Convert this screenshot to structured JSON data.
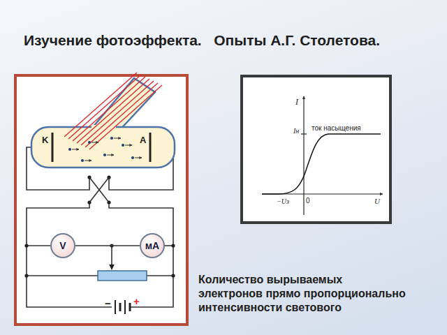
{
  "diagram": {
    "title": "Изучение фотоэффекта.   Опыты А.Г. Столетова.",
    "caption": "Количество вырываемых электронов прямо пропорционально интенсивности светового",
    "nodes": [
      {
        "text": [
          "V"
        ]
      },
      {
        "text": [
          "мА"
        ]
      }
    ],
    "edges": [
      {
        "from": 0,
        "to": 1,
        "arrow": "none"
      }
    ],
    "labels": [
      "K",
      "A",
      "I",
      "Iн",
      "ток насыщения",
      "−Uз",
      "0",
      "U",
      "−",
      "+"
    ]
  }
}
